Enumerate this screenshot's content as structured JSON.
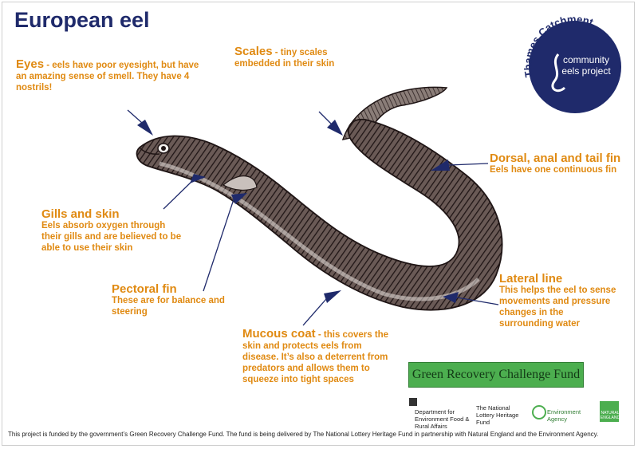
{
  "title": "European eel",
  "colors": {
    "navy": "#1f2a6b",
    "orange": "#e08a12",
    "green": "#4cae4f",
    "ink": "#2a1e1e"
  },
  "annotations": {
    "eyes": {
      "head": "Eyes",
      "body": " - eels have poor eyesight, but have an amazing sense of smell. They have 4 nostrils!"
    },
    "scales": {
      "head": "Scales",
      "body": " - tiny scales embedded in their skin"
    },
    "dorsal": {
      "head": "Dorsal, anal and tail fin",
      "body": "Eels have one continuous fin"
    },
    "gills": {
      "head": "Gills and skin",
      "body": "Eels absorb oxygen through their gills and are believed to be able to use their skin"
    },
    "pectoral": {
      "head": "Pectoral fin",
      "body": "These are for balance and steering"
    },
    "lateral": {
      "head": "Lateral line",
      "body": "This helps the eel to sense movements and pressure changes in the surrounding water"
    },
    "mucous": {
      "head": "Mucous coat",
      "body": " - this covers the skin and protects eels from disease. It’s also a deterrent from predators and allows them to squeeze into tight spaces"
    }
  },
  "badge": {
    "arc": "Thames Catchment",
    "line1": "community",
    "line2": "eels project"
  },
  "grcf": "Green Recovery Challenge Fund",
  "logos": {
    "defra": "Department for Environment Food & Rural Affairs",
    "heritage": "The National Lottery Heritage Fund",
    "environment": "Environment Agency",
    "natural": "NATURAL ENGLAND"
  },
  "footer": "This project is funded by the government’s Green Recovery Challenge Fund. The fund is being delivered by The National Lottery Heritage Fund in partnership with Natural England and the Environment Agency."
}
